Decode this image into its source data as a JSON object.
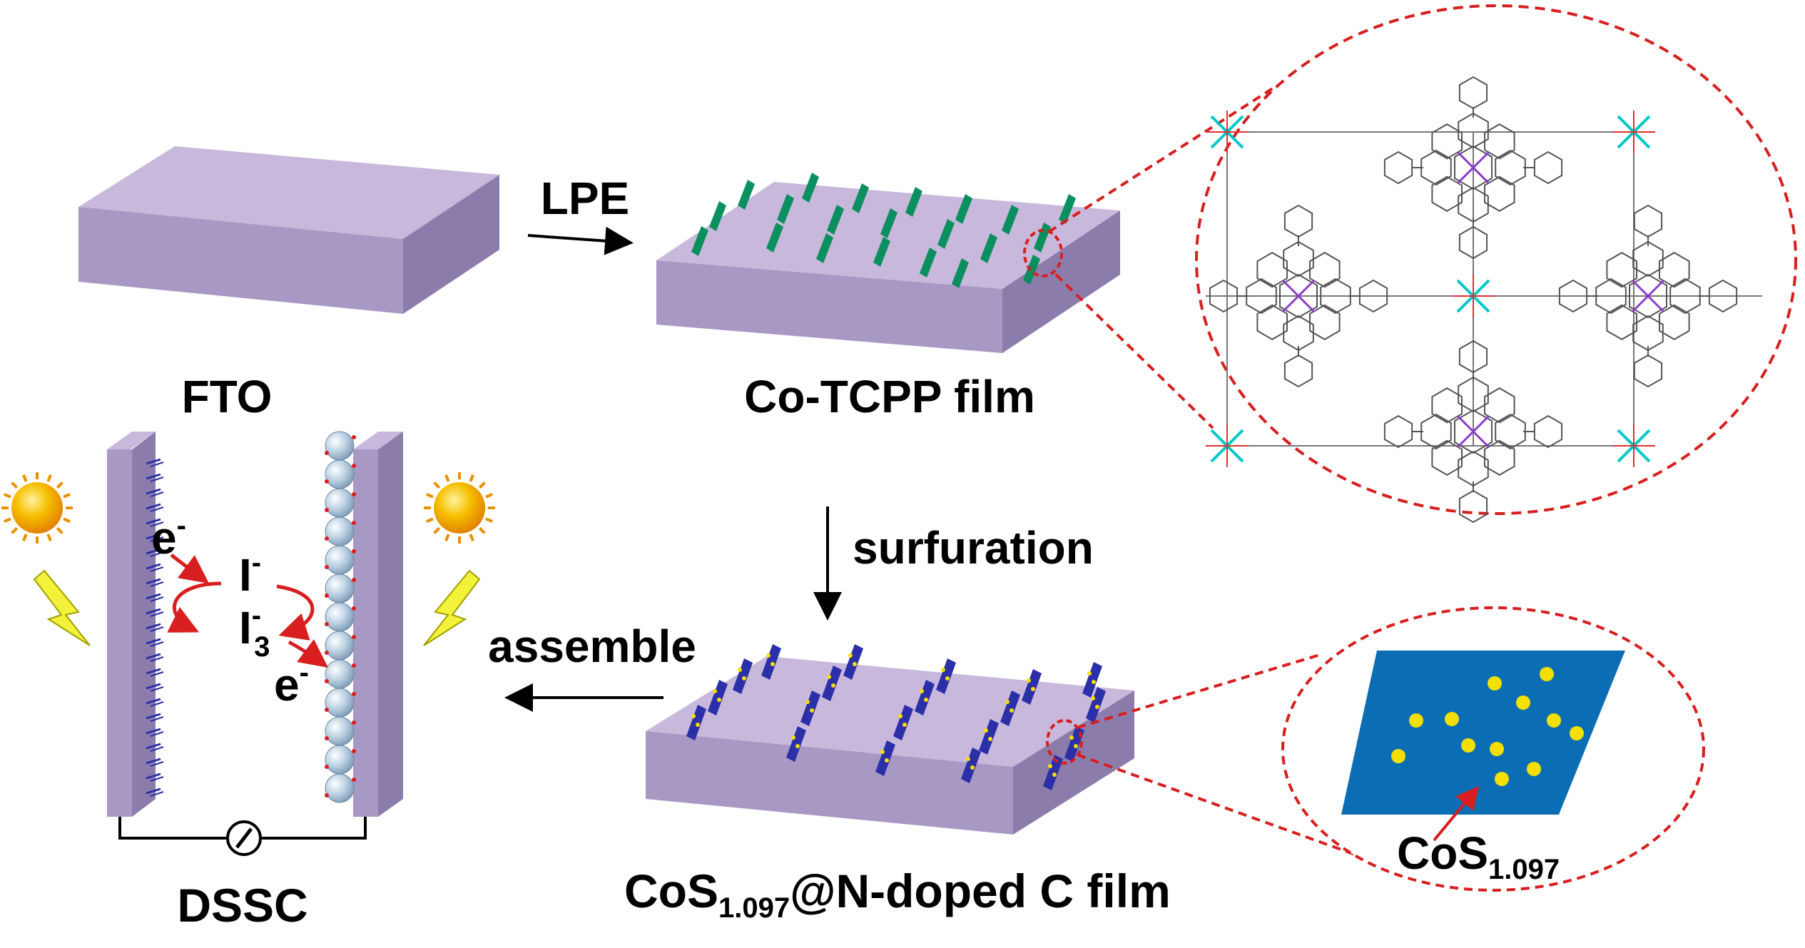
{
  "labels": {
    "fto": "FTO",
    "lpe": "LPE",
    "co_tcpp_film": "Co-TCPP film",
    "surfuration": "surfuration",
    "assemble": "assemble",
    "dssc": "DSSC",
    "cos_film_prefix": "CoS",
    "cos_film_sub": "1.097",
    "cos_film_suffix": "@N-doped C film",
    "cos_particle": "CoS",
    "cos_particle_sub": "1.097",
    "electron_left": "e",
    "electron_right": "e",
    "electron_charge": "-",
    "iodide": "I",
    "iodide_charge": "-",
    "triiodide": "I",
    "triiodide_sup": "-",
    "triiodide_sub": "3"
  },
  "colors": {
    "substrate_top": "#c8b8dc",
    "substrate_front": "#a898c4",
    "substrate_side": "#8c7cac",
    "mof_flake": "#0a8f5f",
    "cos_flake": "#2b2fa8",
    "cos_dot": "#f4e000",
    "zoom_outline": "#d81e1e",
    "cos_sheet": "#0b6eb4",
    "sun": "#f6b800",
    "lightning": "#f2f23a",
    "arrow_red": "#d81e1e",
    "electrode_ball": "#a8c4dc"
  }
}
